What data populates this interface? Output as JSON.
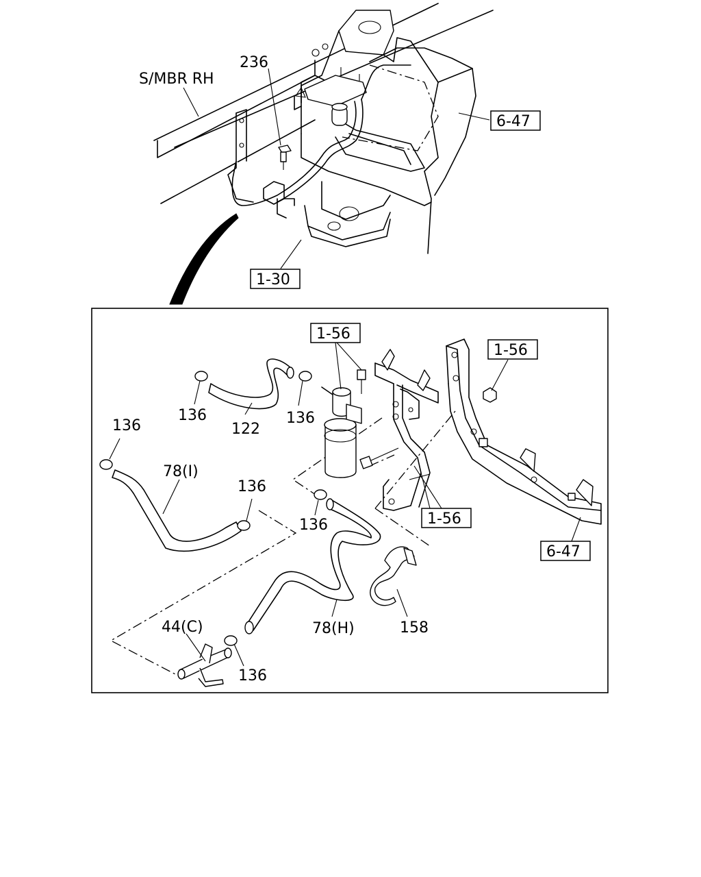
{
  "overview": {
    "frame_label": "S/MBR RH",
    "callouts": {
      "bolt": "236",
      "bracket_ref": "6-47",
      "crossmember_ref": "1-30"
    }
  },
  "detail": {
    "boxed_refs": {
      "top": "1-56",
      "right": "1-56",
      "lower": "1-56",
      "frame": "6-47"
    },
    "labels": {
      "clamp_a": "136",
      "clamp_b": "136",
      "clamp_c": "136",
      "clamp_d": "136",
      "clamp_e": "136",
      "clamp_f": "136",
      "hose_upper": "122",
      "hose_inlet": "78(I)",
      "hose_heater": "78(H)",
      "connector": "44(C)",
      "retainer": "158"
    }
  },
  "icons": {
    "clamp": "hose-clamp-icon",
    "bolt": "bolt-icon",
    "nut": "nut-icon"
  }
}
